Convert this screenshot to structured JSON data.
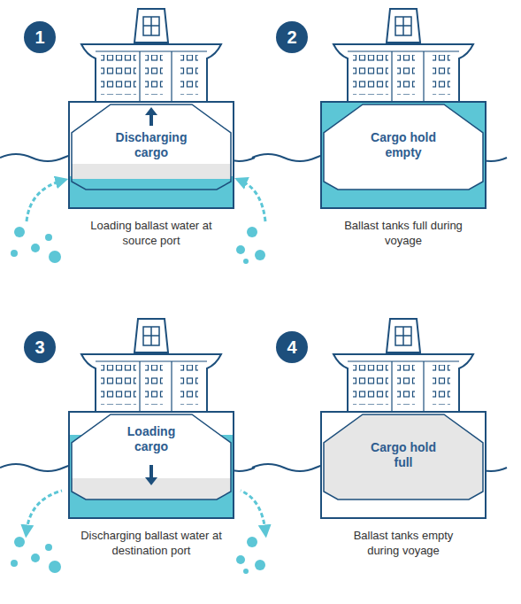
{
  "diagram": {
    "nodes": [
      {
        "text": [
          "1"
        ]
      },
      {
        "text": [
          "Discharging cargo"
        ]
      },
      {
        "text": [
          "2"
        ]
      },
      {
        "text": [
          "Cargo hold empty"
        ]
      },
      {
        "text": [
          "3"
        ]
      },
      {
        "text": [
          "Loading cargo"
        ]
      },
      {
        "text": [
          "4"
        ]
      },
      {
        "text": [
          "Cargo hold full"
        ]
      }
    ],
    "labels": [
      "Loading ballast water at source port",
      "Ballast tanks full during voyage",
      "Discharging ballast water at destination port",
      "Ballast tanks empty during voyage"
    ]
  }
}
